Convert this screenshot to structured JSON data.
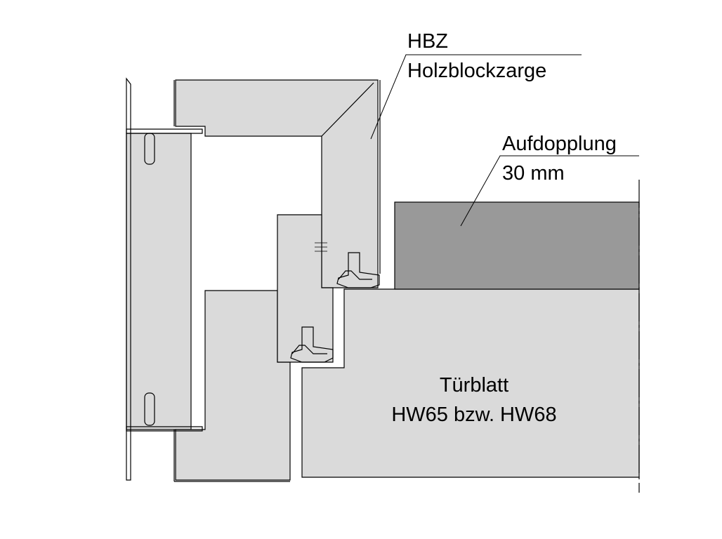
{
  "labels": {
    "hbz_code": "HBZ",
    "hbz_name": "Holzblockzarge",
    "aufdopplung_name": "Aufdopplung",
    "aufdopplung_thickness": "30 mm",
    "tuerblatt_name": "Türblatt",
    "tuerblatt_models": "HW65 bzw. HW68"
  },
  "colors": {
    "wood_fill": "#dadada",
    "aufdopplung_fill": "#999999",
    "line": "#000000",
    "background": "#ffffff"
  }
}
